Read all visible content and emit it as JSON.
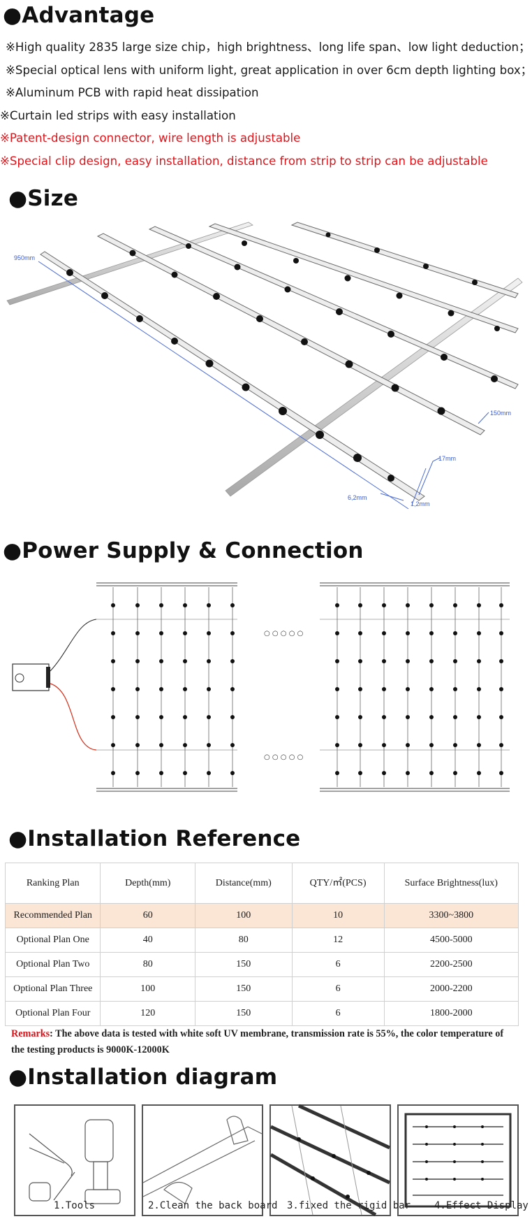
{
  "sections": {
    "advantage": "●Advantage",
    "size": "●Size",
    "power": "●Power Supply & Connection",
    "reference": "●Installation Reference",
    "diagram": "●Installation diagram"
  },
  "advantages": [
    {
      "marker": "※",
      "text": "High quality 2835 large size chip，high brightness、long life span、low light deduction；",
      "color": "black"
    },
    {
      "marker": "※",
      "text": "Special optical lens with uniform light, great application in over 6cm depth lighting box；",
      "color": "black"
    },
    {
      "marker": "※",
      "text": "Aluminum PCB with rapid heat dissipation",
      "color": "black"
    },
    {
      "marker": "※",
      "text": "Curtain led strips with easy installation",
      "color": "black"
    },
    {
      "marker": "※",
      "text": "Patent-design connector, wire length is adjustable",
      "color": "red"
    },
    {
      "marker": "※",
      "text": "Special clip design, easy installation, distance from strip to strip can be adjustable",
      "color": "red"
    }
  ],
  "size_figure": {
    "length_label": "950mm",
    "spacing_label": "150mm",
    "width_label": "17mm",
    "height_label": "6,2mm",
    "thickness_label": "1,2mm"
  },
  "power_figure": {
    "ellipsis_top": "○ ○ ○ ○ ○",
    "ellipsis_bottom": "○ ○ ○ ○ ○"
  },
  "table": {
    "headers": [
      "Ranking Plan",
      "Depth(mm)",
      "Distance(mm)",
      "QTY/㎡(PCS)",
      "Surface Brightness(lux)"
    ],
    "rows": [
      [
        "Recommended Plan",
        "60",
        "100",
        "10",
        "3300~3800"
      ],
      [
        "Optional Plan One",
        "40",
        "80",
        "12",
        "4500-5000"
      ],
      [
        "Optional Plan Two",
        "80",
        "150",
        "6",
        "2200-2500"
      ],
      [
        "Optional Plan Three",
        "100",
        "150",
        "6",
        "2000-2200"
      ],
      [
        "Optional Plan Four",
        "120",
        "150",
        "6",
        "1800-2000"
      ]
    ]
  },
  "remarks": {
    "label": "Remarks",
    "text": ": The above data is tested with white soft UV membrane, transmission rate is 55%, the color temperature of the testing products is 9000K-12000K"
  },
  "steps": [
    {
      "caption": "1.Tools"
    },
    {
      "caption": "2.Clean the back board"
    },
    {
      "caption": "3.fixed the rigid bar"
    },
    {
      "caption": "4.Effect Display"
    }
  ]
}
